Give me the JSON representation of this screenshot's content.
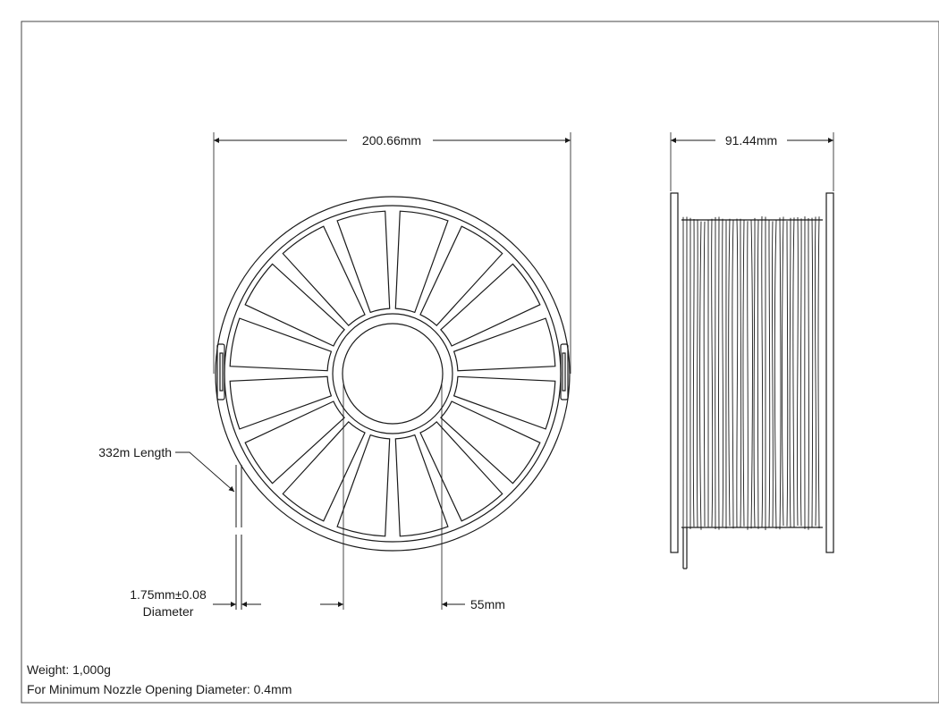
{
  "dimensions": {
    "outer_diameter": "200.66mm",
    "width": "91.44mm",
    "hub_diameter": "55mm"
  },
  "filament": {
    "length_label": "332m Length",
    "diameter_value": "1.75mm±0.08",
    "diameter_caption": "Diameter"
  },
  "notes": {
    "weight": "Weight: 1,000g",
    "nozzle": "For Minimum Nozzle Opening Diameter: 0.4mm"
  },
  "colors": {
    "line": "#1a1a1a",
    "background": "#ffffff"
  }
}
